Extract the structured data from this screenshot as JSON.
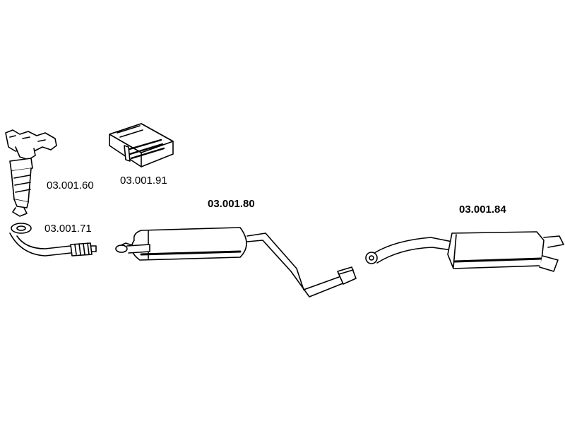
{
  "parts": [
    {
      "id": "catalyst",
      "label": "03.001.60"
    },
    {
      "id": "fitting-kit",
      "label": "03.001.91"
    },
    {
      "id": "front-pipe",
      "label": "03.001.71"
    },
    {
      "id": "centre-silencer",
      "label": "03.001.80"
    },
    {
      "id": "rear-silencer",
      "label": "03.001.84"
    }
  ]
}
